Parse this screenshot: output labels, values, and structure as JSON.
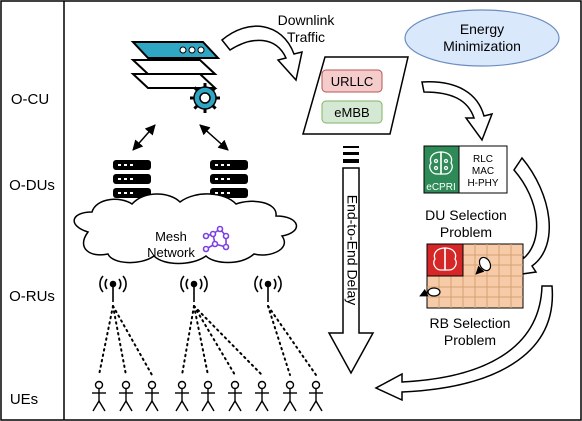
{
  "layers": {
    "ocu": "O-CU",
    "odus": "O-DUs",
    "orus": "O-RUs",
    "ues": "UEs"
  },
  "traffic": {
    "line1": "Downlink",
    "line2": "Traffic",
    "urllc": "URLLC",
    "embb": "eMBB"
  },
  "energy": {
    "line1": "Energy",
    "line2": "Minimization"
  },
  "delay_label": "End-to-End Delay",
  "mesh": {
    "line1": "Mesh",
    "line2": "Network"
  },
  "du_block": {
    "ecpri": "eCPRI",
    "rlc": "RLC",
    "mac": "MAC",
    "hphy": "H-PHY"
  },
  "du_problem": {
    "line1": "DU Selection",
    "line2": "Problem"
  },
  "rb_problem": {
    "line1": "RB Selection",
    "line2": "Problem"
  },
  "colors": {
    "urllc_fill": "#f4cccc",
    "urllc_stroke": "#b85450",
    "embb_fill": "#d5e8d4",
    "embb_stroke": "#82b366",
    "energy_fill": "#dae8fc",
    "energy_stroke": "#6c8ebf",
    "server_teal": "#2ea6c4",
    "brain_green": "#2e8b57",
    "brain_red": "#d62728",
    "grid_peach": "#f8cba8",
    "mesh_purple": "#7b3fe4"
  }
}
